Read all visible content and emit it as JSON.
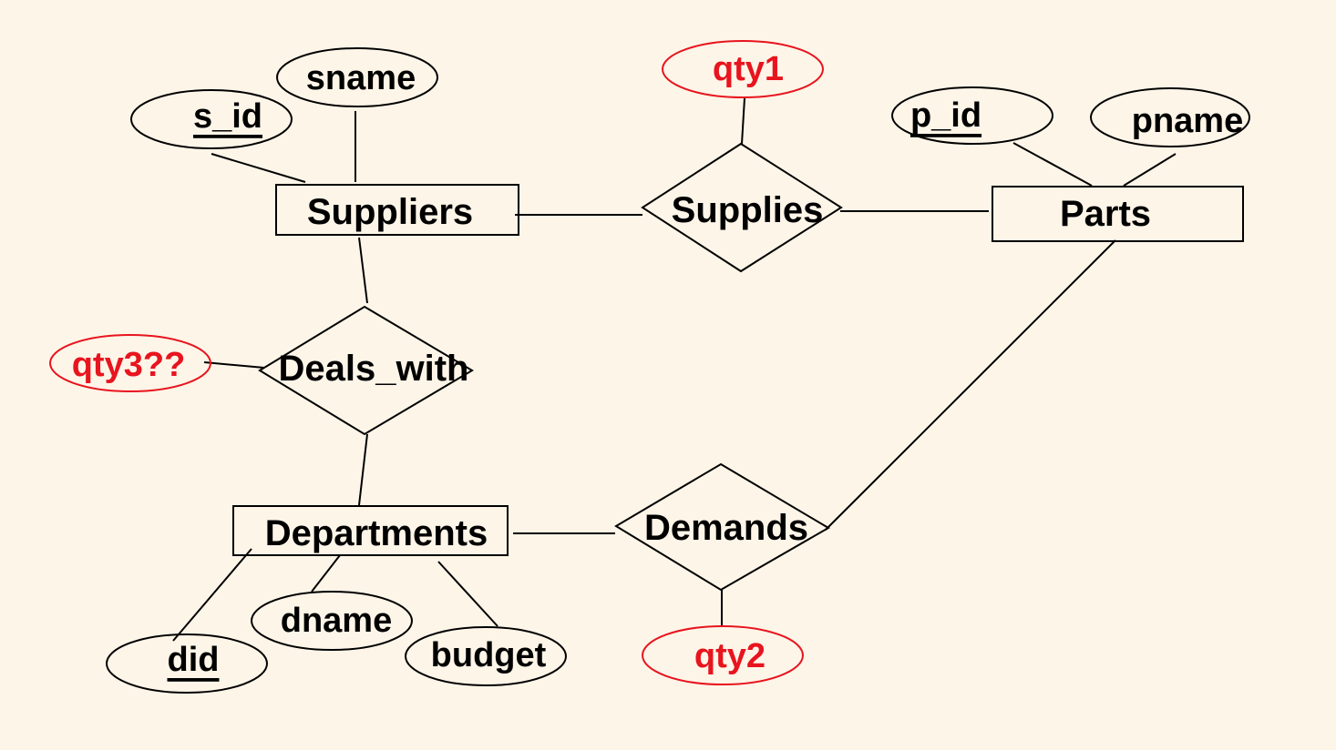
{
  "colors": {
    "background": "#fdf5e8",
    "stroke": "#000000",
    "text": "#000000",
    "highlight": "#e8141e"
  },
  "entities": {
    "suppliers": "Suppliers",
    "parts": "Parts",
    "departments": "Departments"
  },
  "relationships": {
    "supplies": "Supplies",
    "deals_with": "Deals_with",
    "demands": "Demands"
  },
  "attributes": {
    "s_id": "s_id",
    "sname": "sname",
    "p_id": "p_id",
    "pname": "pname",
    "did": "did",
    "dname": "dname",
    "budget": "budget",
    "qty1": "qty1",
    "qty2": "qty2",
    "qty3": "qty3??"
  }
}
